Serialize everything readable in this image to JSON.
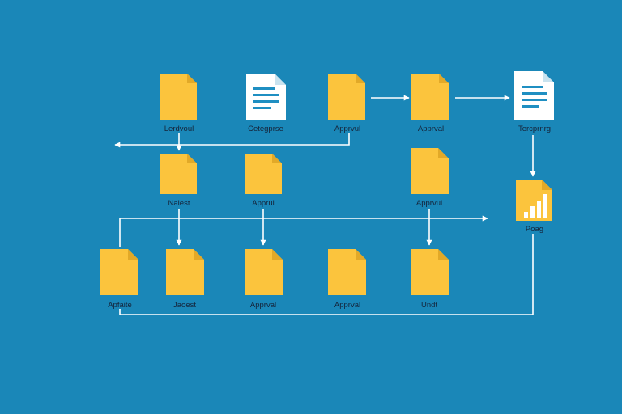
{
  "colors": {
    "background": "#1a87b8",
    "folder": "#fbc43d",
    "folder_fold": "#e2a928",
    "document": "#ffffff",
    "document_fold": "#c9e3ef",
    "document_lines": "#1f8fc2",
    "chart_bars": "#ffffff",
    "connector": "#ffffff",
    "label_text": "#15243a"
  },
  "nodes": [
    {
      "id": "n1",
      "icon": "folder-icon",
      "label": "Lerdvoul"
    },
    {
      "id": "n2",
      "icon": "document-icon",
      "label": "Cetegprse"
    },
    {
      "id": "n3",
      "icon": "folder-icon",
      "label": "Apprvul"
    },
    {
      "id": "n4",
      "icon": "folder-icon",
      "label": "Apprval"
    },
    {
      "id": "n5",
      "icon": "document-icon",
      "label": "Tercprnrg"
    },
    {
      "id": "n6",
      "icon": "folder-icon",
      "label": "Nalest"
    },
    {
      "id": "n7",
      "icon": "folder-icon",
      "label": "Apprul"
    },
    {
      "id": "n8",
      "icon": "folder-icon",
      "label": "Apprvul"
    },
    {
      "id": "n9",
      "icon": "chart-icon",
      "label": "Poag"
    },
    {
      "id": "n10",
      "icon": "folder-icon",
      "label": "Apfaite"
    },
    {
      "id": "n11",
      "icon": "folder-icon",
      "label": "Jaoest"
    },
    {
      "id": "n12",
      "icon": "folder-icon",
      "label": "Apprval"
    },
    {
      "id": "n13",
      "icon": "folder-icon",
      "label": "Apprval"
    },
    {
      "id": "n14",
      "icon": "folder-icon",
      "label": "Undt"
    }
  ]
}
